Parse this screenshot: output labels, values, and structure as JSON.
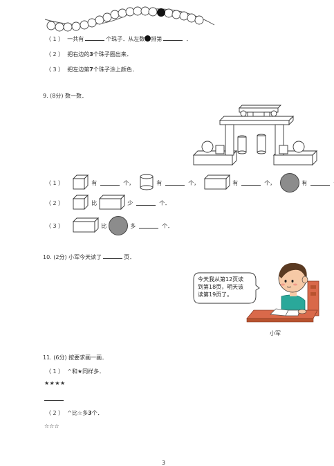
{
  "beads": {
    "q1": {
      "num": "（ 1 ）",
      "a": "一共有",
      "b": "个珠子．从左数",
      "c": "排第",
      "d": "．"
    },
    "q2": {
      "num": "（ 2 ）",
      "a": "把右边的",
      "n": "3",
      "b": "个珠子圈出来．"
    },
    "q3": {
      "num": "（ 3 ）",
      "a": "把左边第",
      "n": "7",
      "b": "个珠子涂上颜色．"
    }
  },
  "q9": {
    "title": "9.  (8分)  数一数．",
    "p1": {
      "num": "（ 1 ）",
      "you": "有",
      "ge": "个，",
      "end": "个．"
    },
    "p2": {
      "num": "（ 2 ）",
      "bi": "比",
      "shao": "少",
      "end": "个．"
    },
    "p3": {
      "num": "（ 3 ）",
      "bi": "比",
      "duo": "多",
      "end": "个．"
    }
  },
  "q10": {
    "title": "10.  (2分)  小军今天读了",
    "end": "页．",
    "bubble_l1": "今天我从第12页读",
    "bubble_l2": "到第18页，明天该",
    "bubble_l3": "读第19页了。",
    "name": "小军"
  },
  "q11": {
    "title": "11.  (6分)  按要求画一画．",
    "p1": {
      "num": "（ 1 ）",
      "text": "^和★同样多．",
      "stars": "★★★★"
    },
    "p2": {
      "num": "（ 2 ）",
      "a": "^比☆多",
      "n": "3",
      "b": "个．",
      "stars": "☆☆☆"
    }
  },
  "page_number": "3",
  "colors": {
    "text": "#333333",
    "gray_ball": "#8c8c8c",
    "desk": "#d9694a",
    "shirt": "#2aa89a"
  }
}
